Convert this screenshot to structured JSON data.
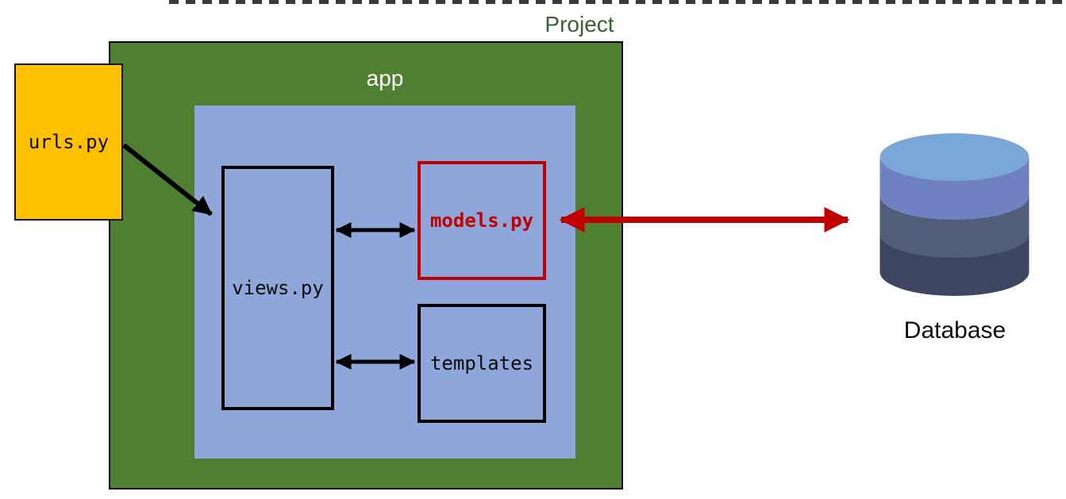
{
  "diagram": {
    "project": {
      "label": "Project"
    },
    "app": {
      "label": "app"
    },
    "files": {
      "urls": {
        "label": "urls.py"
      },
      "views": {
        "label": "views.py"
      },
      "models": {
        "label": "models.py"
      },
      "templates": {
        "label": "templates"
      }
    },
    "database": {
      "label": "Database"
    },
    "arrows": [
      {
        "name": "urls-to-views",
        "from": "urls.py",
        "to": "views.py",
        "style": "single",
        "color": "#000000"
      },
      {
        "name": "views-models",
        "from": "views.py",
        "to": "models.py",
        "style": "double",
        "color": "#000000"
      },
      {
        "name": "views-templates",
        "from": "views.py",
        "to": "templates",
        "style": "double",
        "color": "#000000"
      },
      {
        "name": "models-database",
        "from": "models.py",
        "to": "Database",
        "style": "double",
        "color": "#c00000"
      }
    ],
    "colors": {
      "project_fill": "#4f7f31",
      "project_label": "#3b612c",
      "app_fill": "#8fa6da",
      "app_label": "#ffffff",
      "urls_fill": "#ffc000",
      "models_accent": "#c00000",
      "arrow_black": "#000000",
      "dashed_line": "#3a3a3a",
      "db_lid": "#7aa6d8",
      "db_band_upper": "#7081c1",
      "db_band_mid": "#525e78",
      "db_band_lower": "#3d4560"
    }
  }
}
